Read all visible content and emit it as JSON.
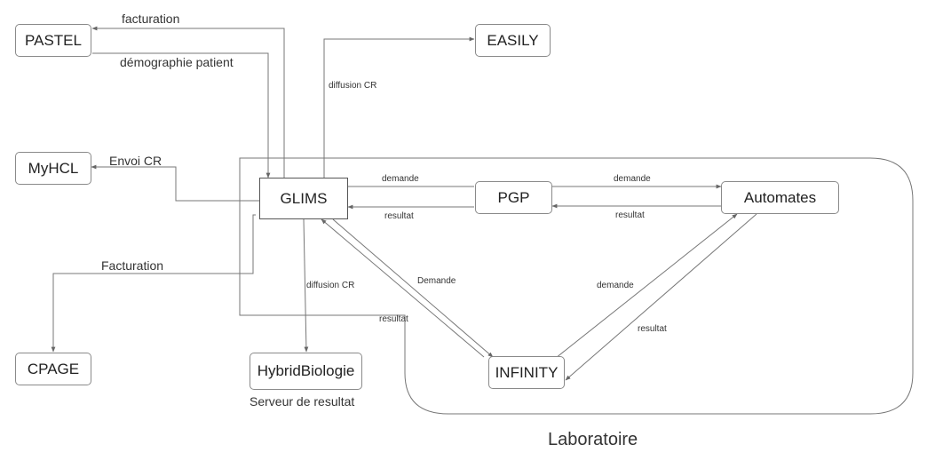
{
  "nodes": {
    "pastel": "PASTEL",
    "easily": "EASILY",
    "myhcl": "MyHCL",
    "glims": "GLIMS",
    "pgp": "PGP",
    "automates": "Automates",
    "cpage": "CPAGE",
    "hybridbiologie": "HybridBiologie",
    "infinity": "INFINITY"
  },
  "labels": {
    "facturation_top": "facturation",
    "demographie": "démographie patient",
    "diffusion_cr_easily": "diffusion CR",
    "envoi_cr": "Envoi CR",
    "facturation_cpage": "Facturation",
    "diffusion_cr_hybrid": "diffusion CR",
    "serveur_resultat": "Serveur de resultat",
    "glims_pgp_demande": "demande",
    "glims_pgp_resultat": "resultat",
    "pgp_auto_demande": "demande",
    "pgp_auto_resultat": "resultat",
    "glims_infinity_demande": "Demande",
    "glims_infinity_resultat": "resultat",
    "auto_infinity_demande": "demande",
    "auto_infinity_resultat": "resultat",
    "laboratoire": "Laboratoire"
  }
}
